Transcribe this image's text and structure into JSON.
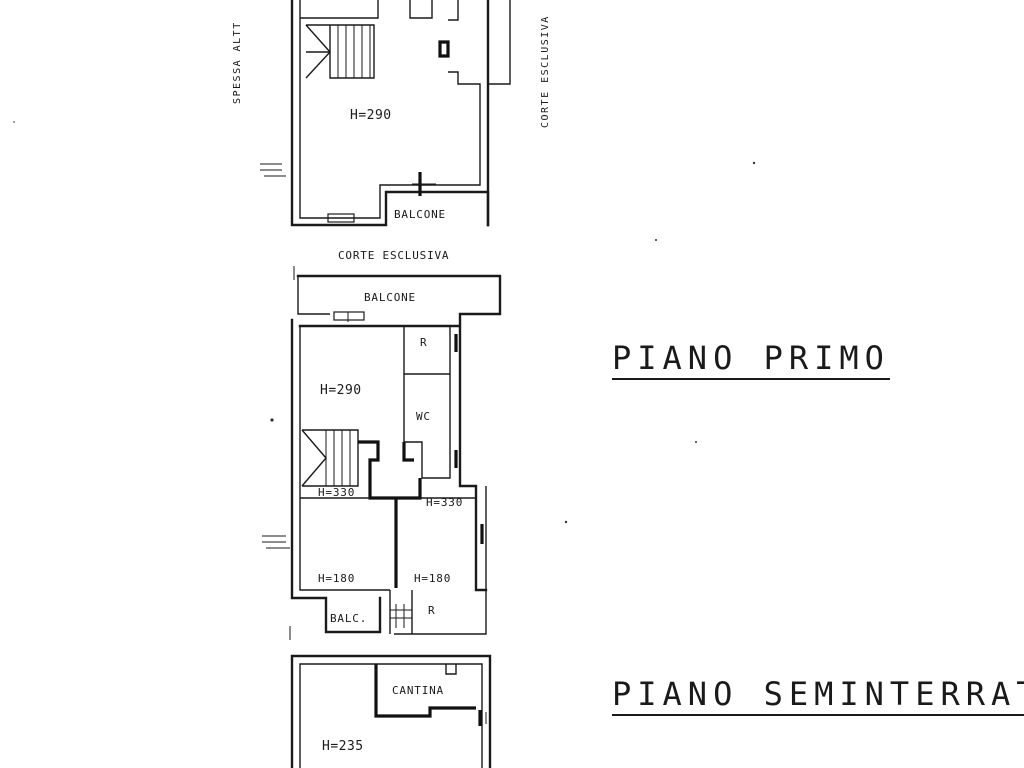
{
  "floors": {
    "primo_title": "PIANO PRIMO",
    "seminterrato_title": "PIANO SEMINTERRATO"
  },
  "upper_plan": {
    "height_label": "H=290",
    "balcony_label": "BALCONE",
    "side_label_left": "SPESSA ALTT",
    "side_label_right": "CORTE ESCLUSIVA",
    "bottom_label": "CORTE ESCLUSIVA"
  },
  "middle_plan": {
    "balcony_label": "BALCONE",
    "room_height": "H=290",
    "closet_label": "R",
    "wc_label": "WC",
    "left_h_top": "H=330",
    "right_h_top": "H=330",
    "left_h_bottom": "H=180",
    "right_h_bottom": "H=180",
    "small_balcony": "BALC.",
    "small_closet": "R"
  },
  "lower_plan": {
    "cellar_label": "CANTINA",
    "height_label": "H=235"
  }
}
